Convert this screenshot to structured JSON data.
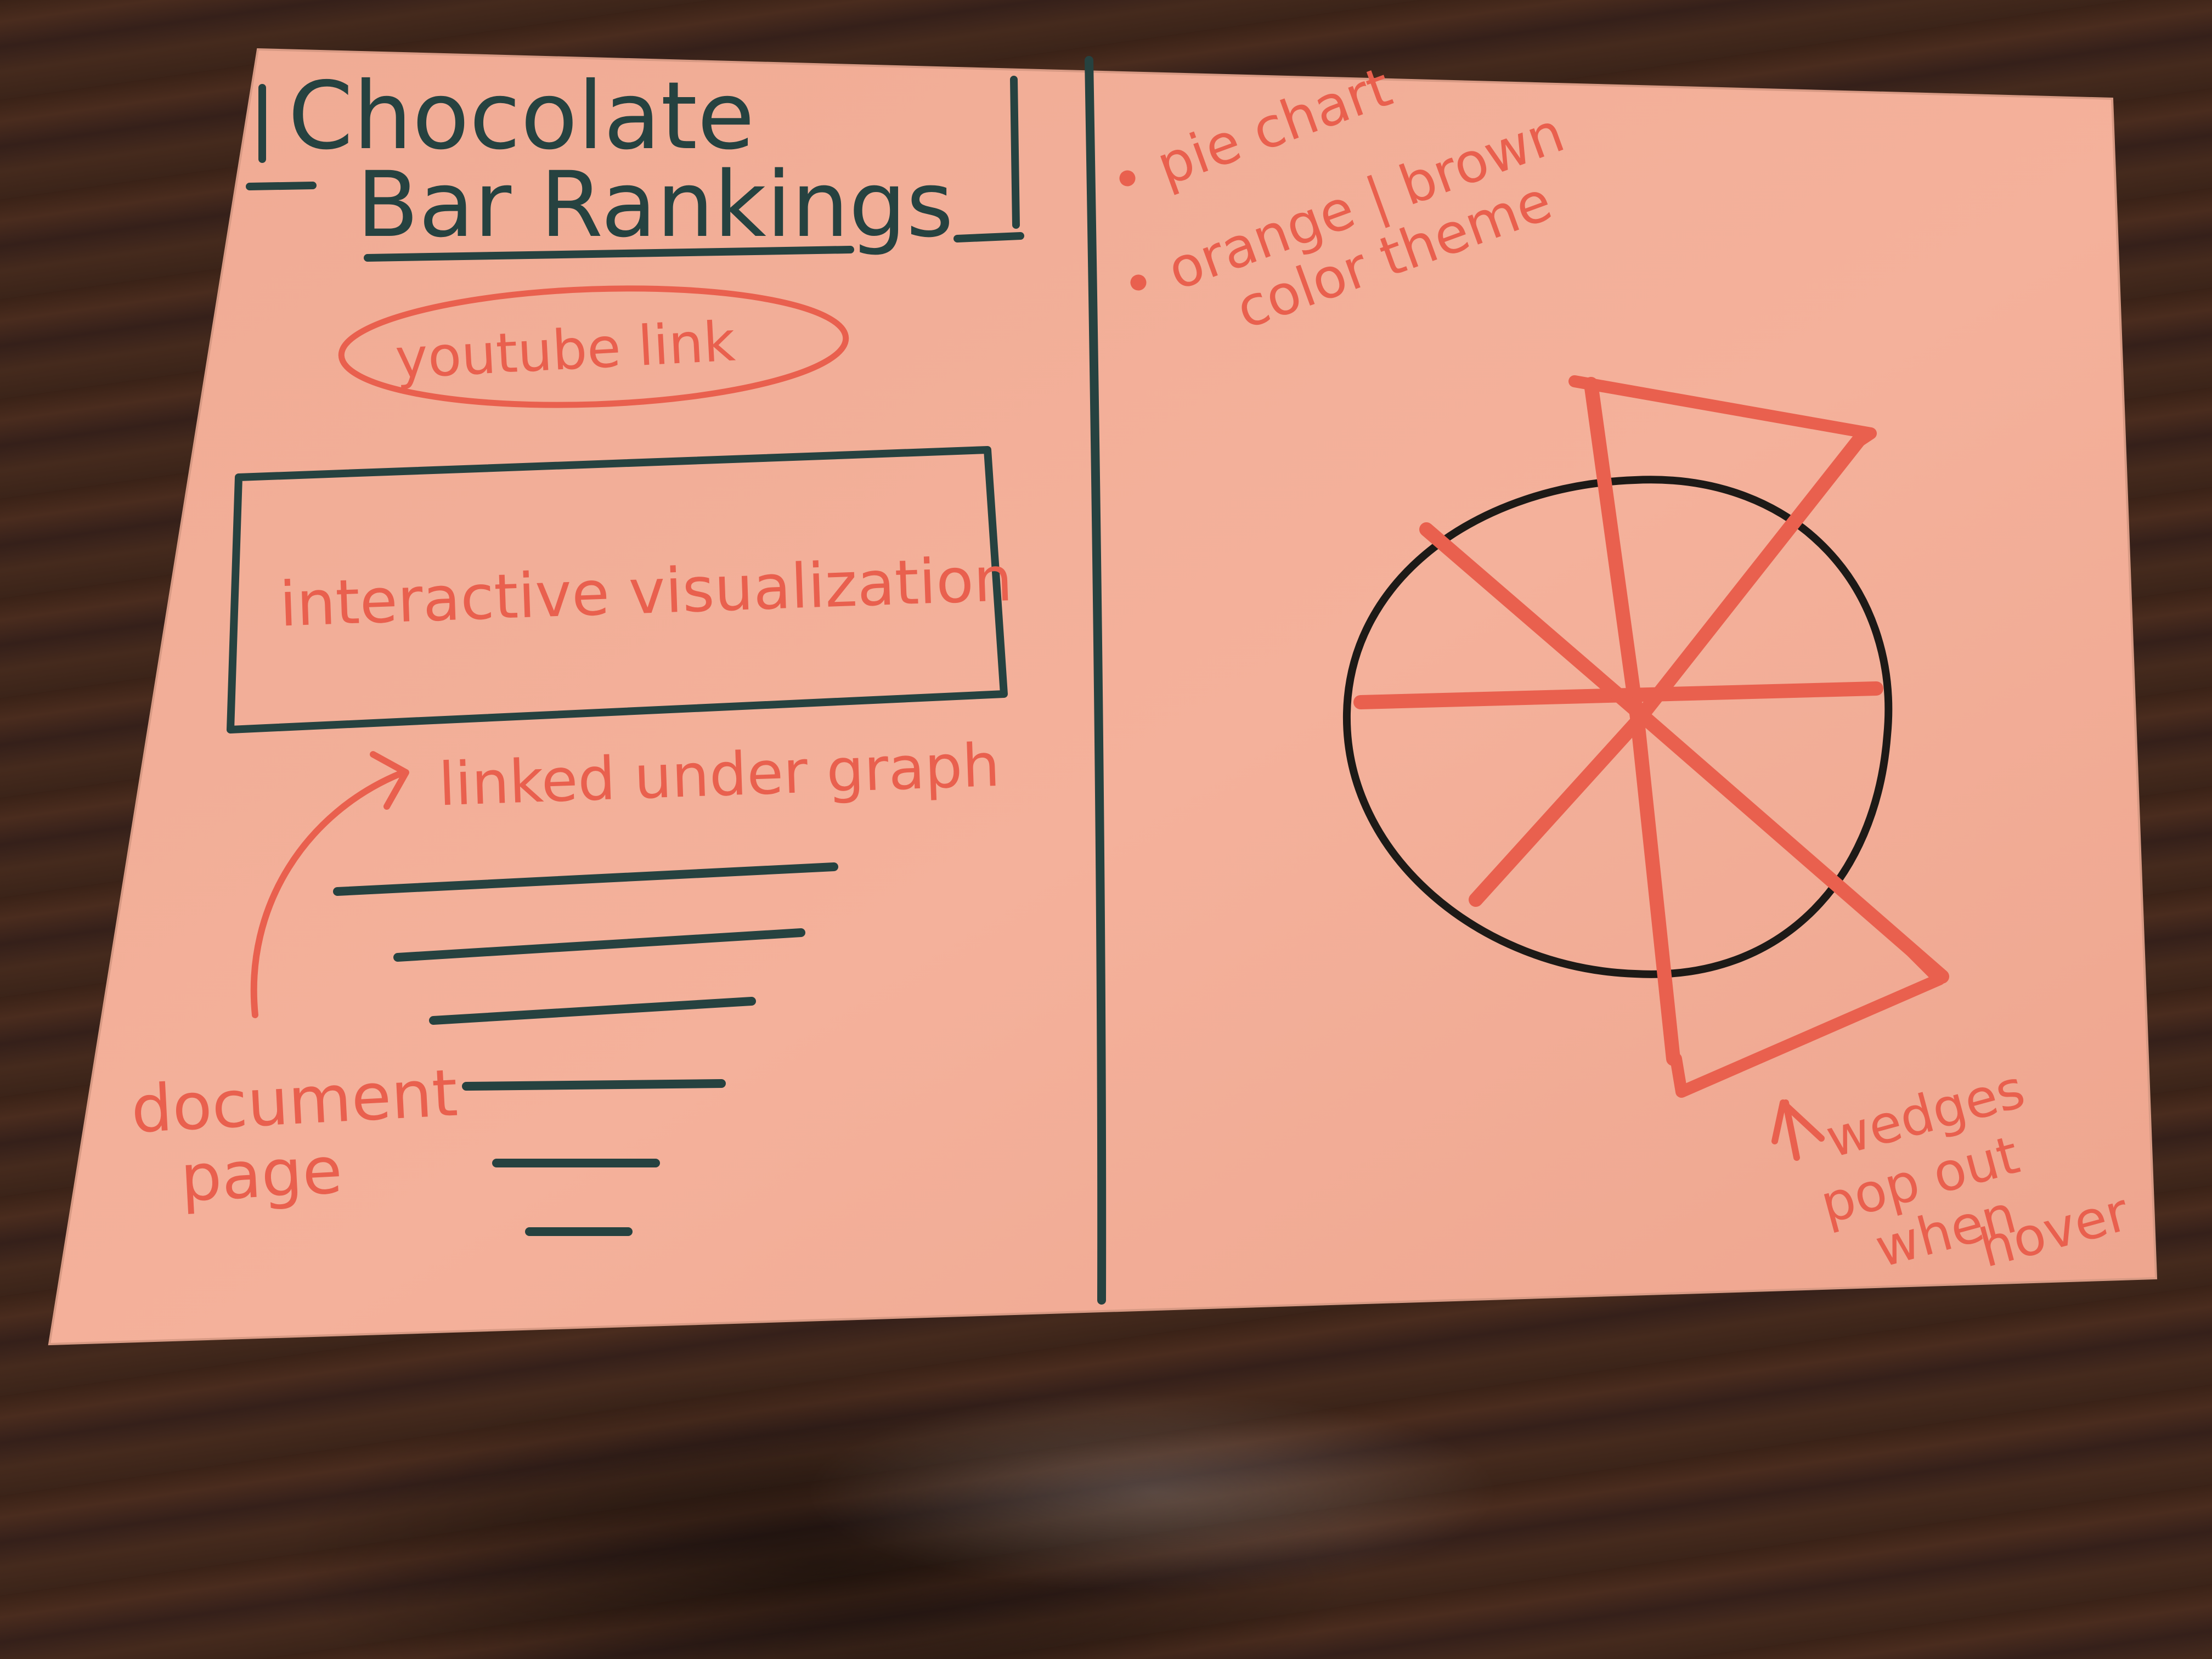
{
  "sketch": {
    "title_line1": "Chocolate",
    "title_line2": "Bar Rankings",
    "youtube_link": "youtube link",
    "visualization_label": "interactive visualization",
    "linked_note": "linked under graph",
    "document_label_line1": "document",
    "document_label_line2": "page",
    "notes": [
      "• pie chart",
      "• orange | brown",
      "color theme"
    ],
    "wedge_note": [
      "wedges",
      "pop out",
      "when",
      "hover"
    ]
  },
  "colors": {
    "paper": "#f2ac95",
    "ink_dark": "#264240",
    "ink_red": "#e9604e",
    "ink_black": "#1d1a17",
    "desk": "#3f261b"
  }
}
